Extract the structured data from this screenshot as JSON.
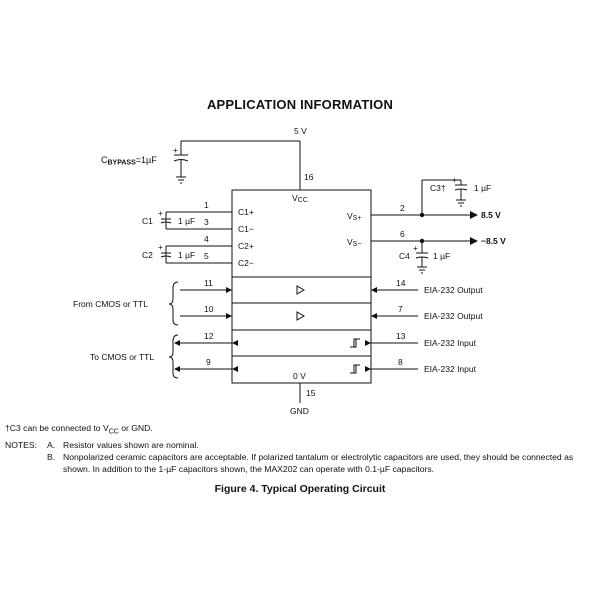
{
  "heading": "APPLICATION INFORMATION",
  "supply": {
    "voltage": "5 V",
    "vcc_pin": "16",
    "vcc_label": "VCC",
    "vcc_main": "V",
    "vcc_sub": "CC"
  },
  "bypass": {
    "label_main": "C",
    "label_sub": "BYPASS",
    "label_value": "=1µF",
    "plus": "+"
  },
  "caps": {
    "c1": {
      "name": "C1",
      "value": "1 µF",
      "pin_top": "1",
      "pin_bottom": "3",
      "plus": "+"
    },
    "c2": {
      "name": "C2",
      "value": "1 µF",
      "pin_top": "4",
      "pin_bottom": "5",
      "plus": "+"
    },
    "c3": {
      "name": "C3†",
      "value": "1 µF",
      "plus": "+"
    },
    "c4": {
      "name": "C4",
      "value": "1 µF",
      "plus": "+"
    }
  },
  "ic_pins": {
    "c1p": "C1+",
    "c1m": "C1−",
    "c2p": "C2+",
    "c2m": "C2−",
    "vsp_main": "V",
    "vsp_sub": "S+",
    "vsm_main": "V",
    "vsm_sub": "S−",
    "gnd_label": "0 V",
    "gnd_pin": "15",
    "gnd_text": "GND"
  },
  "rails": {
    "vsp_pin": "2",
    "vsp_out": "8.5 V",
    "vsm_pin": "6",
    "vsm_out": "−8.5 V"
  },
  "channels": [
    {
      "left_pin": "11",
      "right_pin": "14",
      "right_label": "EIA-232 Output"
    },
    {
      "left_pin": "10",
      "right_pin": "7",
      "right_label": "EIA-232 Output"
    },
    {
      "left_pin": "12",
      "right_pin": "13",
      "right_label": "EIA-232 Input"
    },
    {
      "left_pin": "9",
      "right_pin": "8",
      "right_label": "EIA-232 Input"
    }
  ],
  "groups": {
    "from": "From CMOS or TTL",
    "to": "To CMOS or TTL"
  },
  "footnote": {
    "dagger": "†",
    "text_a": "C3 can be connected to V",
    "text_sub": "CC",
    "text_b": " or GND."
  },
  "notes": {
    "label": "NOTES:",
    "a_letter": "A.",
    "a_text": "Resistor values shown are nominal.",
    "b_letter": "B.",
    "b_text": "Nonpolarized ceramic capacitors are acceptable. If polarized tantalum or electrolytic capacitors are used, they should be connected as shown. In addition to the 1-µF capacitors shown, the MAX202 can operate with 0.1-µF capacitors."
  },
  "caption": "Figure 4. Typical Operating Circuit",
  "colors": {
    "ink": "#111111",
    "background": "#ffffff"
  }
}
